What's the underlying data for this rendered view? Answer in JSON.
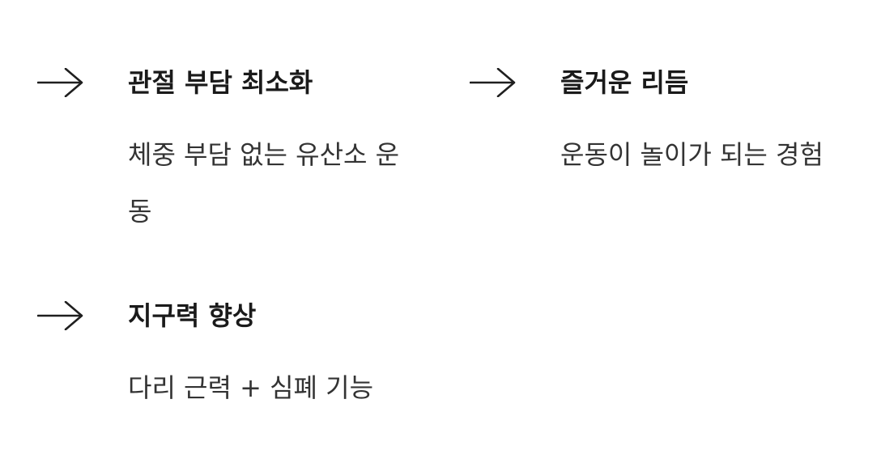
{
  "features": [
    {
      "icon": "arrow-right-icon",
      "title": "관절 부담 최소화",
      "description": "체중 부담 없는 유산소 운동"
    },
    {
      "icon": "arrow-right-icon",
      "title": "즐거운 리듬",
      "description": "운동이 놀이가 되는 경험"
    },
    {
      "icon": "arrow-right-icon",
      "title": "지구력 향상",
      "description": "다리 근력 + 심폐 기능"
    }
  ],
  "colors": {
    "background": "#ffffff",
    "title": "#1a1a1a",
    "text": "#333333",
    "icon": "#1f1f1f"
  }
}
